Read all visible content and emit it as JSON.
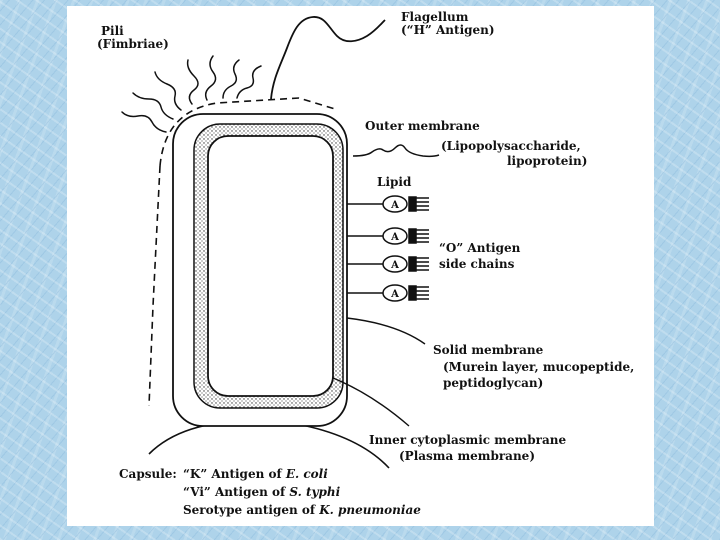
{
  "labels": {
    "pili": [
      "Pili",
      "(Fimbriae)"
    ],
    "flagellum": [
      "Flagellum",
      "(“H” Antigen)"
    ],
    "outer_membrane": "Outer membrane",
    "lps": [
      "(Lipopolysaccharide,",
      "lipoprotein)"
    ],
    "lipid": "Lipid",
    "lipid_a": "A",
    "o_antigen": [
      "“O” Antigen",
      "side chains"
    ],
    "solid_membrane": [
      "Solid membrane",
      "(Murein layer, mucopeptide,",
      "peptidoglycan)"
    ],
    "inner_membrane": [
      "Inner cytoplasmic membrane",
      "(Plasma membrane)"
    ],
    "capsule": {
      "prefix": "Capsule:",
      "lines": [
        {
          "pre": "“K” Antigen of ",
          "species": "E. coli"
        },
        {
          "pre": "“Vi” Antigen of ",
          "species": "S. typhi"
        },
        {
          "pre": "Serotype antigen of ",
          "species": "K. pneumoniae"
        }
      ]
    }
  }
}
